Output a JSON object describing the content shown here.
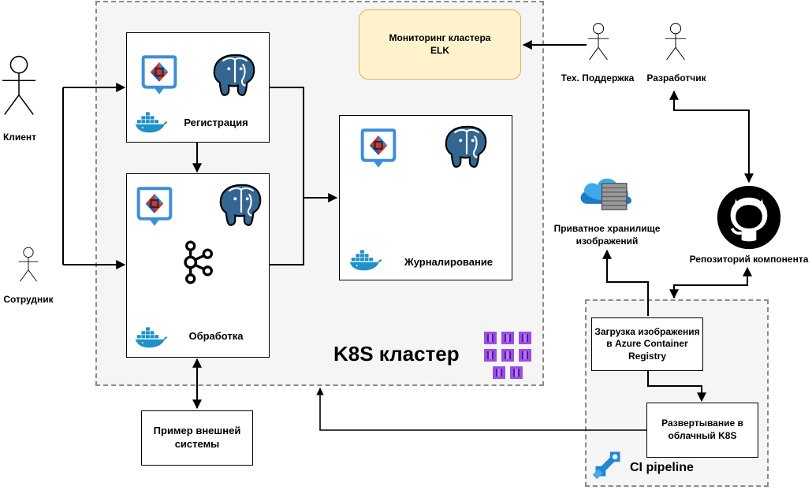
{
  "cluster": {
    "title": "K8S кластер"
  },
  "services": {
    "registration": {
      "label": "Регистрация"
    },
    "processing": {
      "label": "Обработка"
    },
    "logging": {
      "label": "Журналирование"
    }
  },
  "monitoring": {
    "line1": "Мониторинг кластера",
    "line2": "ELK"
  },
  "external": {
    "line1": "Пример внешней",
    "line2": "системы"
  },
  "actors": {
    "client": "Клиент",
    "employee": "Сотрудник",
    "support": "Тех. Поддержка",
    "developer": "Разработчик"
  },
  "registry": {
    "line1": "Приватное хранилище",
    "line2": "изображений"
  },
  "repo": {
    "label": "Репозиторий компонента"
  },
  "pipeline": {
    "title": "CI pipeline",
    "upload": {
      "line1": "Загрузка изображения",
      "line2": "в Azure Container",
      "line3": "Registry"
    },
    "deploy": {
      "line1": "Развертывание в",
      "line2": "облачный K8S"
    }
  },
  "colors": {
    "container_bg": "#f5f5f5",
    "monitoring_fill": "#fff2cc",
    "monitoring_border": "#d6b656",
    "docker_blue": "#1d91c8",
    "postgres_blue": "#336791",
    "azure_purple": "#7b2bd6",
    "azure_blue": "#1e88d8"
  },
  "icons": [
    "actor-icon",
    "keycloak-icon",
    "postgres-icon",
    "kafka-icon",
    "docker-icon",
    "github-icon",
    "cloud-registry-icon",
    "aks-icon",
    "azure-pipelines-icon"
  ]
}
